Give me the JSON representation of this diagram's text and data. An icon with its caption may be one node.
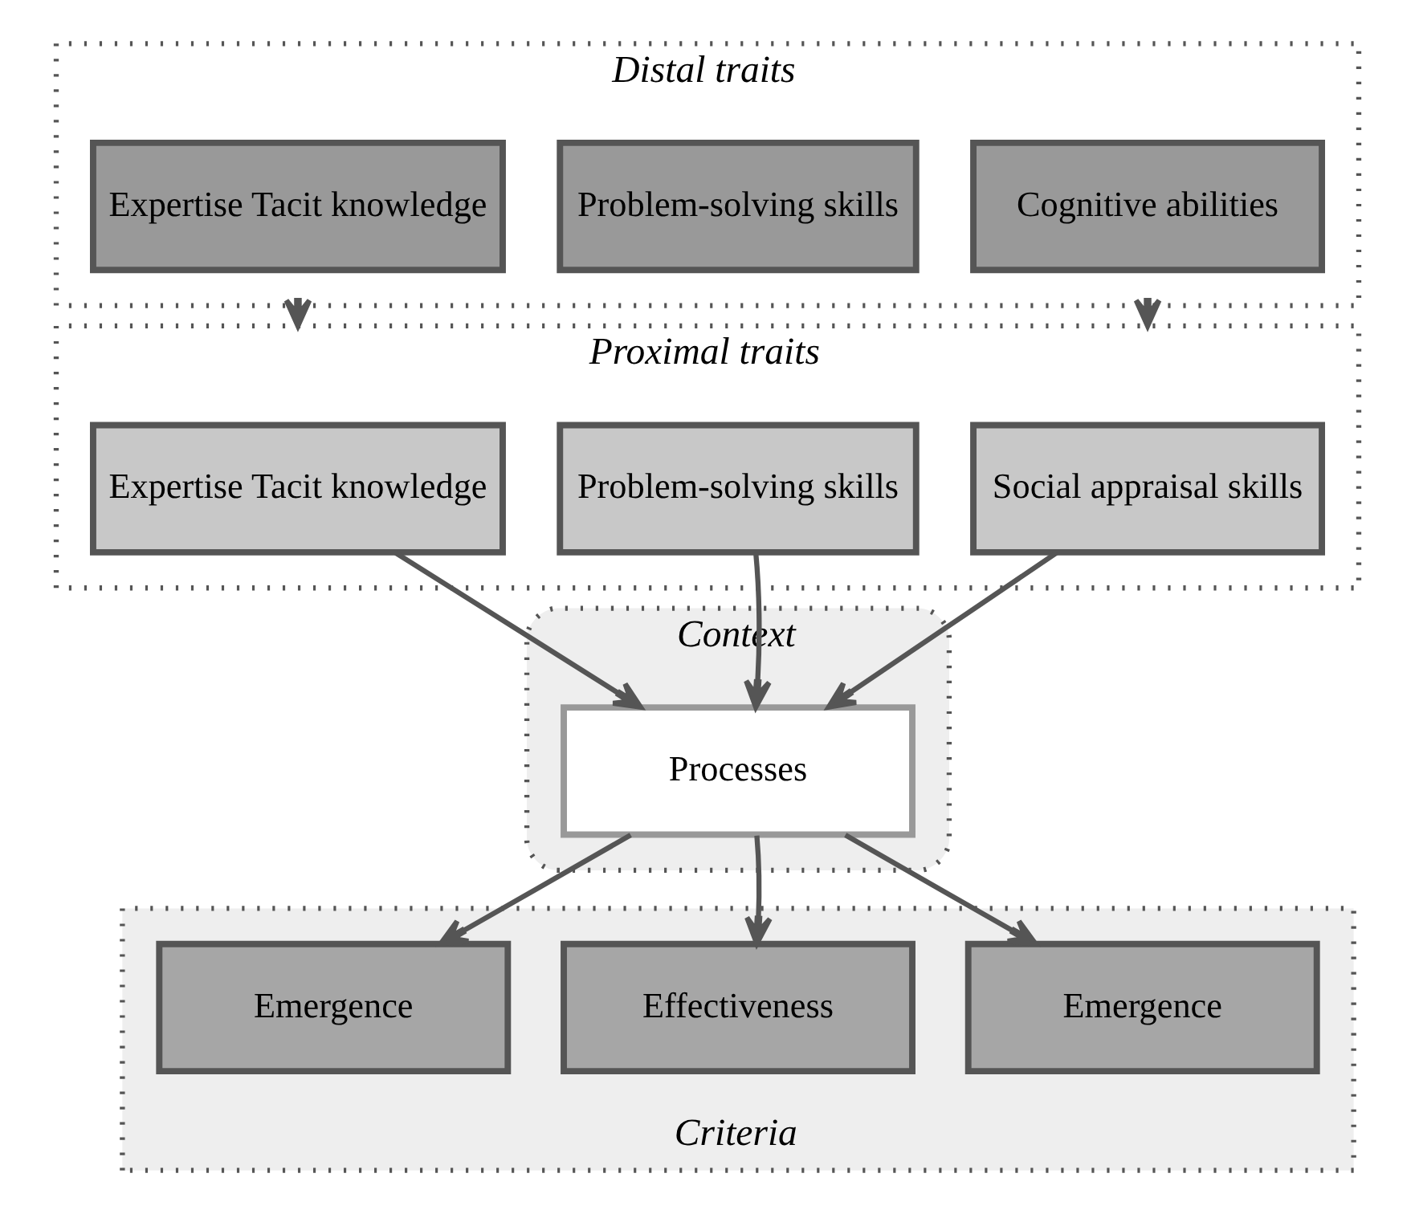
{
  "diagram": {
    "nodes": [
      {
        "text": [
          "Distal traits"
        ]
      },
      {
        "text": [
          "Cognitive abilities"
        ],
        "in": 0
      },
      {
        "text": [
          "Problem-solving skills"
        ],
        "in": 0
      },
      {
        "text": [
          "Expertise Tacit knowledge"
        ],
        "in": 0
      },
      {
        "text": [
          "Proximal traits"
        ]
      },
      {
        "text": [
          "Social appraisal skills"
        ],
        "in": 4
      },
      {
        "text": [
          "Problem-solving skills"
        ],
        "in": 4
      },
      {
        "text": [
          "Expertise Tacit knowledge"
        ],
        "in": 4
      },
      {
        "text": [
          "Context"
        ]
      },
      {
        "text": [
          "Processes"
        ],
        "in": 8
      },
      {
        "text": [
          "Criteria"
        ]
      },
      {
        "text": [
          "Emergence"
        ],
        "in": 10
      },
      {
        "text": [
          "Effectiveness"
        ],
        "in": 10
      },
      {
        "text": [
          "Emergence"
        ],
        "in": 10
      }
    ],
    "edges": [
      {
        "from": 0,
        "to": 4,
        "arrow": "to"
      },
      {
        "from": 0,
        "to": 4,
        "arrow": "to"
      },
      {
        "from": 5,
        "to": 9,
        "arrow": "to"
      },
      {
        "from": 6,
        "to": 9,
        "arrow": "to"
      },
      {
        "from": 7,
        "to": 9,
        "arrow": "to"
      },
      {
        "from": 9,
        "to": 11,
        "arrow": "to"
      },
      {
        "from": 9,
        "to": 12,
        "arrow": "to"
      },
      {
        "from": 9,
        "to": 13,
        "arrow": "to"
      }
    ]
  }
}
